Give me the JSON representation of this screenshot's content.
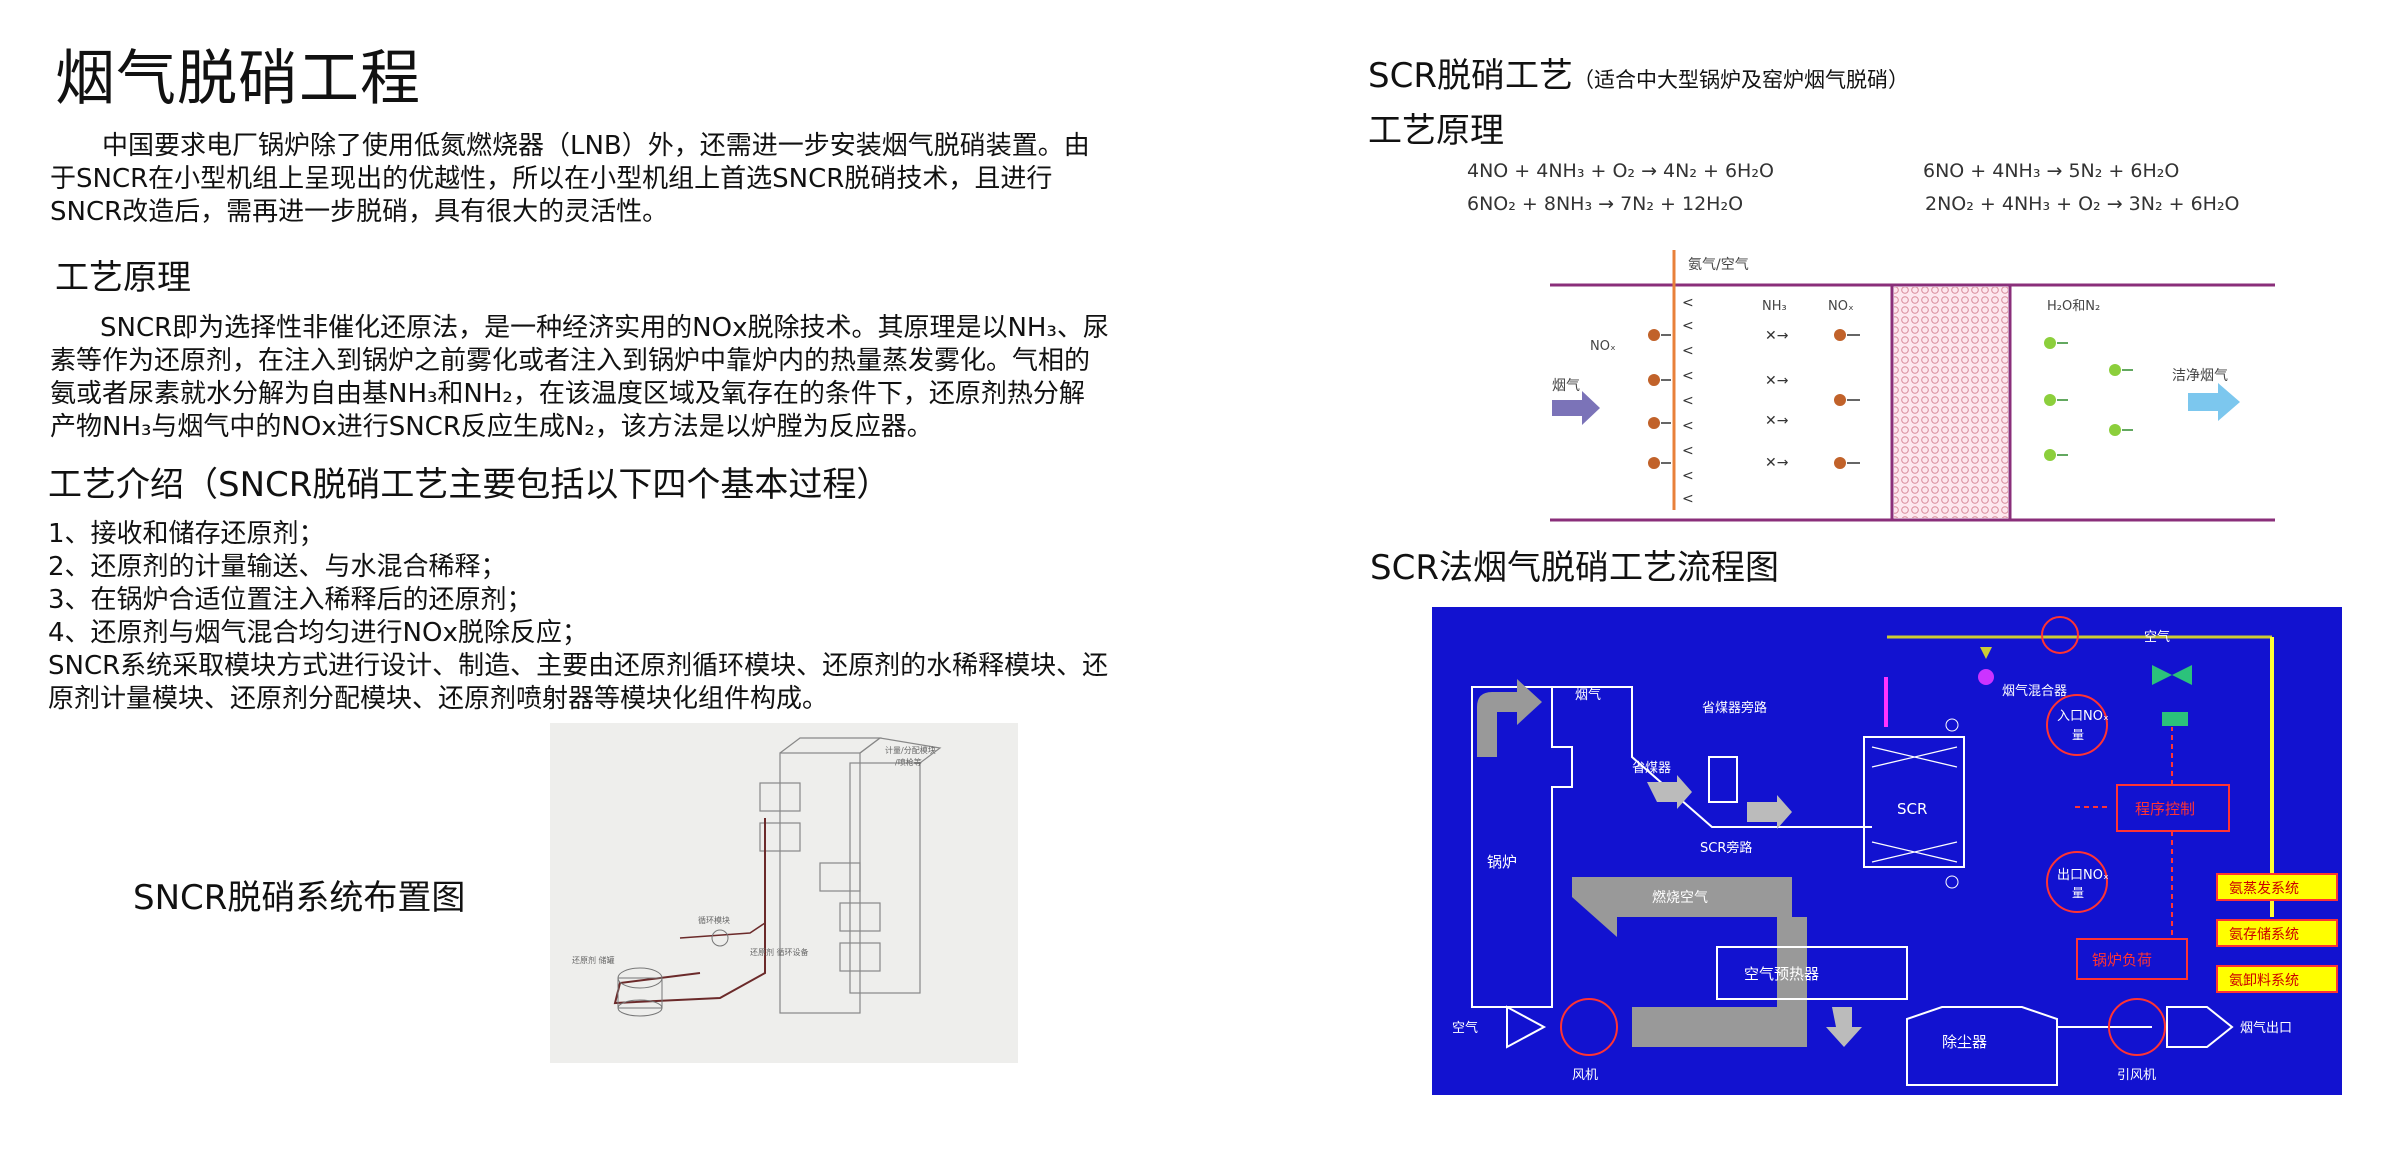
{
  "left": {
    "main_title": "烟气脱硝工程",
    "intro": "中国要求电厂锅炉除了使用低氮燃烧器（LNB）外，还需进一步安装烟气脱硝装置。由于SNCR在小型机组上呈现出的优越性，所以在小型机组上首选SNCR脱硝技术，且进行SNCR改造后，需再进一步脱硝，具有很大的灵活性。",
    "principle_heading": "工艺原理",
    "principle_text": "SNCR即为选择性非催化还原法，是一种经济实用的NOx脱除技术。其原理是以NH₃、尿素等作为还原剂，在注入到锅炉之前雾化或者注入到锅炉中靠炉内的热量蒸发雾化。气相的氨或者尿素就水分解为自由基NH₃和NH₂，在该温度区域及氧存在的条件下，还原剂热分解产物NH₃与烟气中的NOx进行SNCR反应生成N₂，该方法是以炉膛为反应器。",
    "intro_heading": "工艺介绍（SNCR脱硝工艺主要包括以下四个基本过程）",
    "steps": [
      "1、接收和储存还原剂；",
      "2、还原剂的计量输送、与水混合稀释；",
      "3、在锅炉合适位置注入稀释后的还原剂；",
      "4、还原剂与烟气混合均匀进行NOx脱除反应；"
    ],
    "system_text": "SNCR系统采取模块方式进行设计、制造、主要由还原剂循环模块、还原剂的水稀释模块、还原剂计量模块、还原剂分配模块、还原剂喷射器等模块化组件构成。",
    "layout_caption": "SNCR脱硝系统布置图",
    "photo_labels": {
      "metering": "计量/分配模块",
      "injector": "/喷枪等",
      "circulation": "循环模块",
      "storage": "还原剂\n储罐",
      "dilution": "还原剂\n循环设备"
    }
  },
  "right": {
    "title": "SCR脱硝工艺",
    "title_note": "（适合中大型锅炉及窑炉烟气脱硝）",
    "principle_heading": "工艺原理",
    "equations": [
      "4NO + 4NH₃ + O₂ → 4N₂ + 6H₂O",
      "6NO + 4NH₃ → 5N₂ + 6H₂O",
      "6NO₂ + 8NH₃ → 7N₂ + 12H₂O",
      "2NO₂ + 4NH₃ + O₂ → 3N₂ + 6H₂O"
    ],
    "reaction_labels": {
      "ammonia_air": "氨气/空气",
      "nh3": "NH₃",
      "nox_top": "NOₓ",
      "nox_left": "NOₓ",
      "flue_gas": "烟气",
      "h2o_n2": "H₂O和N₂",
      "clean_gas": "洁净烟气"
    },
    "flow_heading": "SCR法烟气脱硝工艺流程图",
    "flow_labels": {
      "air_top": "空气",
      "flue_mixer": "烟气混合器",
      "inlet_nox": "入口NOₓ",
      "inlet_nox_sub": "量",
      "flue": "烟气",
      "economizer_bypass": "省煤器旁路",
      "economizer": "省煤器",
      "scr": "SCR",
      "scr_bypass": "SCR旁路",
      "boiler": "锅炉",
      "program_control": "程序控制",
      "outlet_nox": "出口NOₓ",
      "outlet_nox_sub": "量",
      "ammonia_evap": "氨蒸发系统",
      "ammonia_storage": "氨存储系统",
      "ammonia_unload": "氨卸料系统",
      "combustion_air": "燃烧空气",
      "boiler_load": "锅炉负荷",
      "air_preheater": "空气预热器",
      "air_left": "空气",
      "fan": "风机",
      "dust_collector": "除尘器",
      "induced_fan": "引风机",
      "flue_outlet": "烟气出口"
    }
  }
}
